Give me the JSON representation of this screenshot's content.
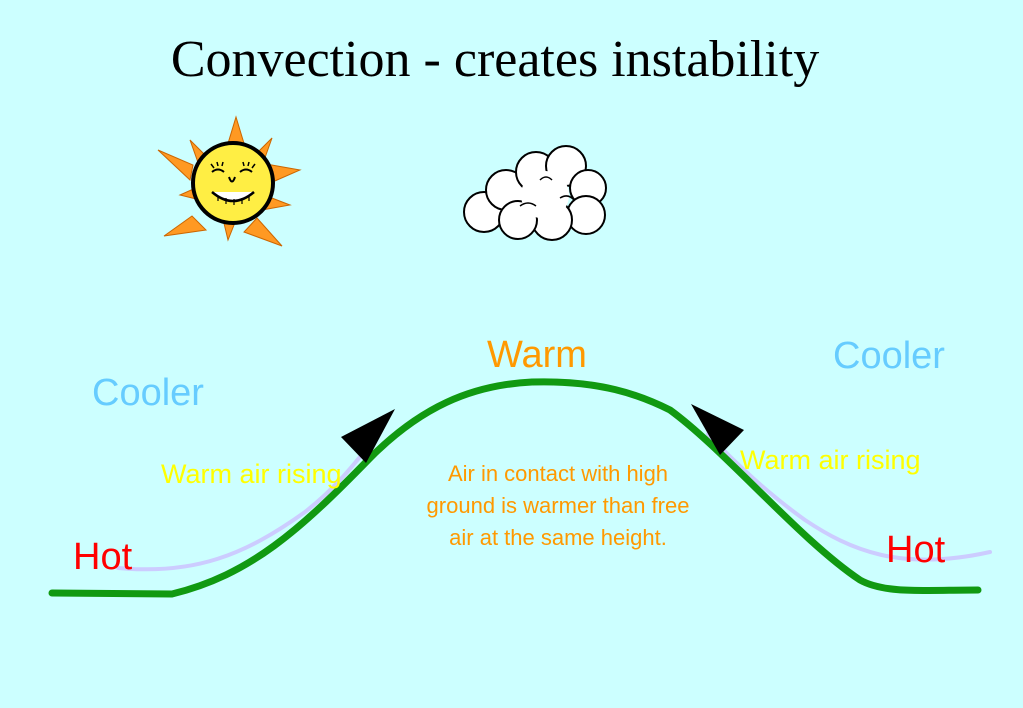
{
  "title": "Convection - creates instability",
  "labels": {
    "warm": "Warm",
    "cooler_left": "Cooler",
    "cooler_right": "Cooler",
    "hot_left": "Hot",
    "hot_right": "Hot",
    "rising_left": "Warm air rising",
    "rising_right": "Warm air rising"
  },
  "note": "Air in contact with high ground is warmer than free air at the same height.",
  "colors": {
    "background": "#ccffff",
    "ground": "#119911",
    "air_path": "#ccccff",
    "warm_text": "#ff9900",
    "cooler_text": "#66ccff",
    "hot_text": "#ff0000",
    "rising_text": "#ffff00",
    "sun_face": "#ffee44",
    "sun_rays": "#ff9922"
  },
  "icons": {
    "sun": "smiling-sun-icon",
    "cloud": "cloud-icon"
  }
}
